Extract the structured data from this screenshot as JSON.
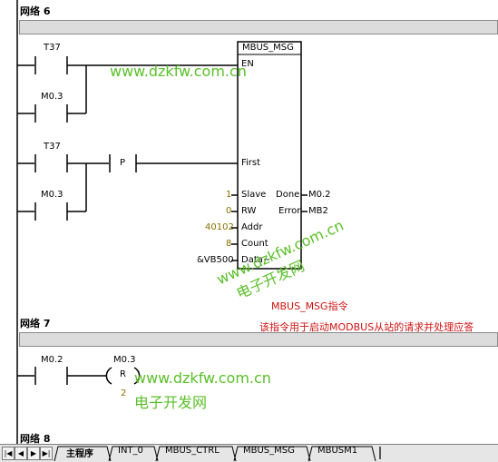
{
  "networks": [
    {
      "title": "网络 6"
    },
    {
      "title": "网络 7"
    },
    {
      "title": "网络 8"
    }
  ],
  "net6": {
    "contacts": [
      "T37",
      "M0.3",
      "T37",
      "M0.3"
    ],
    "p_contact": "P",
    "block": {
      "name": "MBUS_MSG",
      "en": "EN",
      "first": "First",
      "slave": "Slave",
      "rw": "RW",
      "addr": "Addr",
      "count": "Count",
      "data": "Data~",
      "done": "Done",
      "error": "Error"
    },
    "inputs": {
      "slave": "1",
      "rw": "0",
      "addr": "40102",
      "count": "8",
      "data": "&VB500"
    },
    "outputs": {
      "done": "M0.2",
      "error": "MB2"
    }
  },
  "net7": {
    "contact": "M0.2",
    "coil_addr": "M0.3",
    "coil_type": "R",
    "coil_count": "2"
  },
  "annotations": {
    "cmd": "MBUS_MSG指令",
    "desc": "该指令用于启动MODBUS从站的请求并处理应答"
  },
  "watermarks": {
    "url1": "www.dzkfw.com.cn",
    "url2": "www.dzkfw.com.cn",
    "cn2": "电子开发网",
    "url3": "www.dzkfw.com.cn",
    "cn3": "电子开发网"
  },
  "tabs": [
    "主程序",
    "INT_0",
    "MBUS_CTRL",
    "MBUS_MSG",
    "MBUSM1"
  ],
  "nav": [
    "|◀",
    "◀",
    "▶",
    "▶|"
  ],
  "colors": {
    "comment_bar": "#dcdcdc",
    "watermark": "#5bbf2a",
    "annotation": "#d01010",
    "input_value": "#8a6d00"
  }
}
